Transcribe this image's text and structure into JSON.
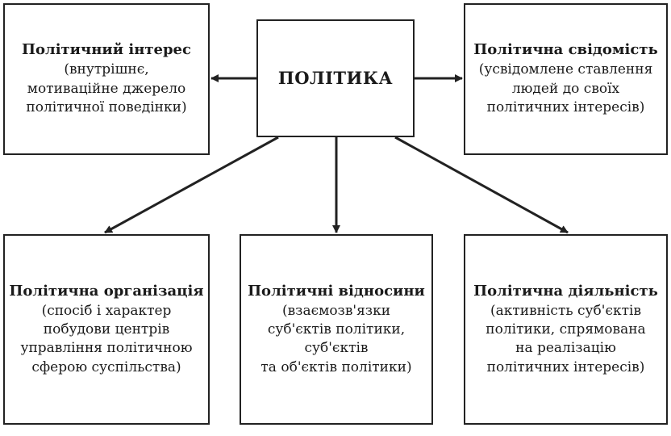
{
  "center": {
    "title": "ПОЛІТИКА"
  },
  "nodes": {
    "interest": {
      "title": "Політичний інтерес",
      "desc": [
        "(внутрішнє,",
        "мотиваційне джерело",
        "політичної поведінки)"
      ]
    },
    "consciousness": {
      "title": "Політична свідомість",
      "desc": [
        "(усвідомлене ставлення",
        "людей до своїх",
        "політичних інтересів)"
      ]
    },
    "organization": {
      "title": "Політична організація",
      "desc": [
        "(спосіб і характер",
        "побудови центрів",
        "управління політичною",
        "сферою суспільства)"
      ]
    },
    "relations": {
      "title": "Політичні відносини",
      "desc": [
        "(взаємозв'язки",
        "суб'єктів політики,",
        "суб'єктів",
        "та об'єктів політики)"
      ]
    },
    "activity": {
      "title": "Політична діяльність",
      "desc": [
        "(активність суб'єктів",
        "політики, спрямована",
        "на реалізацію",
        "політичних інтересів)"
      ]
    }
  }
}
